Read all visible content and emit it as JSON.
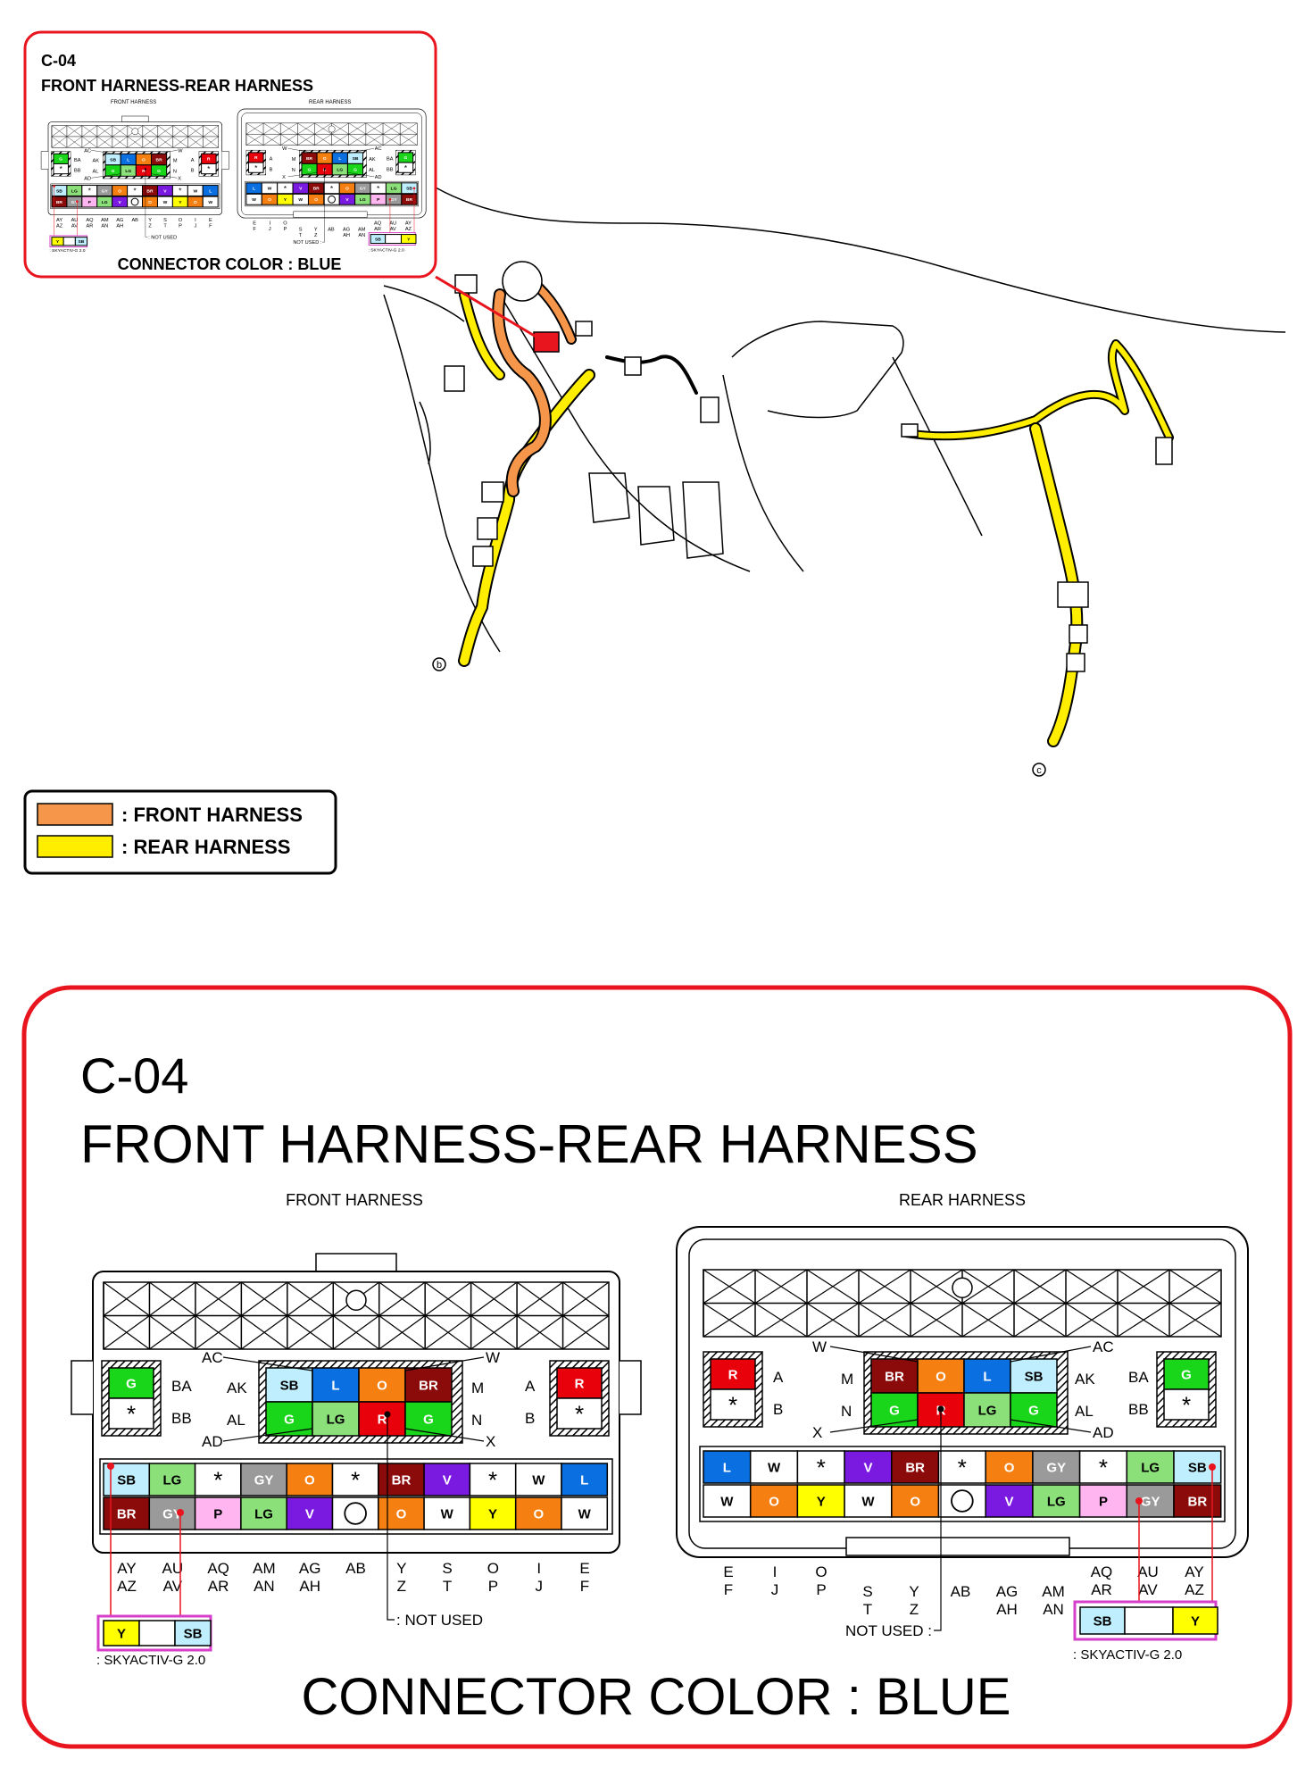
{
  "colors": {
    "R": "#e8000b",
    "BR": "#8b0a0a",
    "O": "#f57f10",
    "L": "#0a6fe0",
    "SB": "#bfefff",
    "G": "#1ad61a",
    "LG": "#8ce07a",
    "GY": "#9a9a9a",
    "V": "#7a1ae0",
    "Y": "#ffff00",
    "P": "#ffb6f0",
    "W": "#ffffff",
    "*": "#ffffff",
    "O_SYM": "#ffffff",
    "frame": "#e8141e",
    "skyactiv_box": "#d63fc9",
    "front_harness": "#f5964a",
    "rear_harness": "#ffee00"
  },
  "inset": {
    "code": "C-04",
    "title": "FRONT HARNESS-REAR HARNESS",
    "front_label": "FRONT HARNESS",
    "rear_label": "REAR HARNESS",
    "not_used": "NOT USED",
    "skyactiv": ": SKYACTIV-G 2.0",
    "connector_color": "CONNECTOR COLOR : BLUE"
  },
  "legend": {
    "front": ": FRONT HARNESS",
    "rear": ": REAR HARNESS"
  },
  "callouts": {
    "b": "b",
    "c": "c"
  },
  "detail": {
    "code": "C-04",
    "title": "FRONT HARNESS-REAR HARNESS",
    "front_label": "FRONT HARNESS",
    "rear_label": "REAR HARNESS",
    "connector_color": "CONNECTOR COLOR : BLUE",
    "front": {
      "left_block": {
        "cells": [
          "G",
          "*"
        ],
        "labels": [
          "BA",
          "BB"
        ]
      },
      "right_block": {
        "cells": [
          "R",
          "*"
        ],
        "labels": [
          "A",
          "B"
        ]
      },
      "center_row1": [
        "SB",
        "L",
        "O",
        "BR"
      ],
      "center_row2": [
        "G",
        "LG",
        "R",
        "G"
      ],
      "center_left_labels": [
        "AK",
        "AL"
      ],
      "center_right_labels": [
        "M",
        "N"
      ],
      "callout_labels": [
        "AC",
        "W",
        "AD",
        "X"
      ],
      "bottom_row1": [
        "SB",
        "LG",
        "*",
        "GY",
        "O",
        "*",
        "BR",
        "V",
        "*",
        "W",
        "L"
      ],
      "bottom_row2": [
        "BR",
        "GY",
        "P",
        "LG",
        "V",
        "O_SYM",
        "O",
        "W",
        "Y",
        "O",
        "W"
      ],
      "pin_labels_row1": [
        "AY",
        "AU",
        "AQ",
        "AM",
        "AG",
        "AB",
        "Y",
        "S",
        "O",
        "I",
        "E"
      ],
      "pin_labels_row2": [
        "AZ",
        "AV",
        "AR",
        "AN",
        "AH",
        "",
        "Z",
        "T",
        "P",
        "J",
        "F"
      ],
      "not_used": ": NOT USED",
      "skyactiv_cells": [
        "Y",
        "",
        "SB"
      ],
      "skyactiv_label": ": SKYACTIV-G 2.0"
    },
    "rear": {
      "left_block": {
        "cells": [
          "R",
          "*"
        ],
        "labels": [
          "A",
          "B"
        ]
      },
      "right_block": {
        "cells": [
          "G",
          "*"
        ],
        "labels": [
          "BA",
          "BB"
        ]
      },
      "center_row1": [
        "BR",
        "O",
        "L",
        "SB"
      ],
      "center_row2": [
        "G",
        "R",
        "LG",
        "G"
      ],
      "center_left_labels": [
        "M",
        "N"
      ],
      "center_right_labels": [
        "AK",
        "AL"
      ],
      "callout_labels": [
        "W",
        "AC",
        "X",
        "AD"
      ],
      "bottom_row1": [
        "L",
        "W",
        "*",
        "V",
        "BR",
        "*",
        "O",
        "GY",
        "*",
        "LG",
        "SB"
      ],
      "bottom_row2": [
        "W",
        "O",
        "Y",
        "W",
        "O",
        "O_SYM",
        "V",
        "LG",
        "P",
        "GY",
        "BR"
      ],
      "pin_labels_top": [
        "E",
        "I",
        "O",
        "AQ",
        "AU",
        "AY"
      ],
      "pin_labels_bottom": [
        "F",
        "J",
        "P",
        "AR",
        "AV",
        "AZ"
      ],
      "mid_labels_top": [
        "S",
        "Y",
        "AB",
        "AG",
        "AM"
      ],
      "mid_labels_bottom": [
        "T",
        "Z",
        "",
        "AH",
        "AN"
      ],
      "not_used": "NOT USED :",
      "skyactiv_cells": [
        "SB",
        "",
        "Y"
      ],
      "skyactiv_label": ": SKYACTIV-G 2.0"
    }
  }
}
